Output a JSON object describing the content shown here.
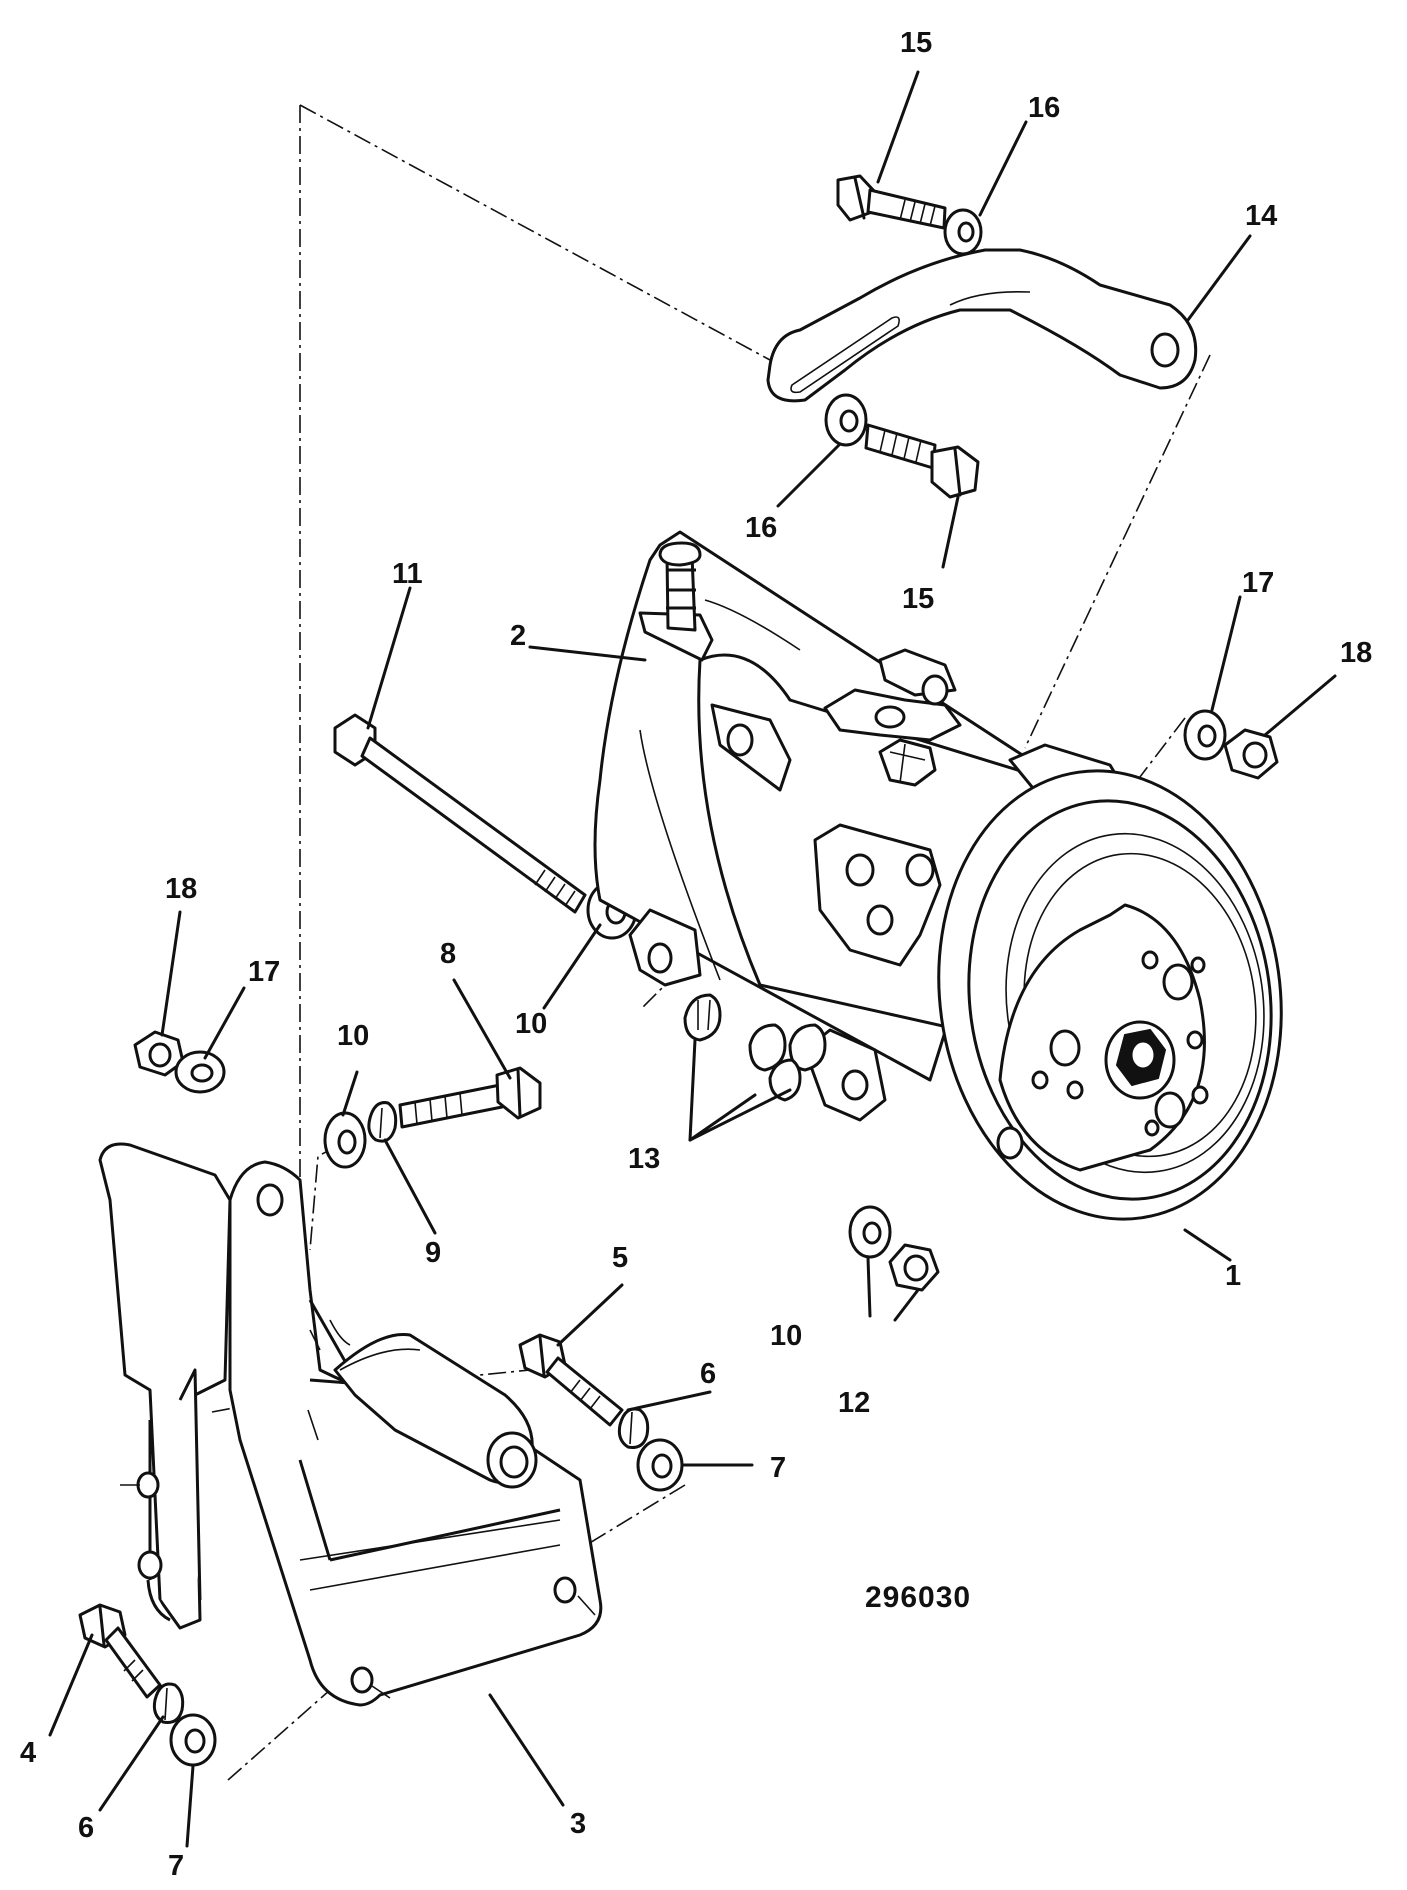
{
  "drawing_number": "296030",
  "callouts": {
    "c1": "1",
    "c2": "2",
    "c3": "3",
    "c4": "4",
    "c5": "5",
    "c6a": "6",
    "c6b": "6",
    "c7a": "7",
    "c7b": "7",
    "c8": "8",
    "c9": "9",
    "c10a": "10",
    "c10b": "10",
    "c10c": "10",
    "c11": "11",
    "c12": "12",
    "c13": "13",
    "c14": "14",
    "c15a": "15",
    "c15b": "15",
    "c16a": "16",
    "c16b": "16",
    "c17a": "17",
    "c17b": "17",
    "c18a": "18",
    "c18b": "18"
  }
}
